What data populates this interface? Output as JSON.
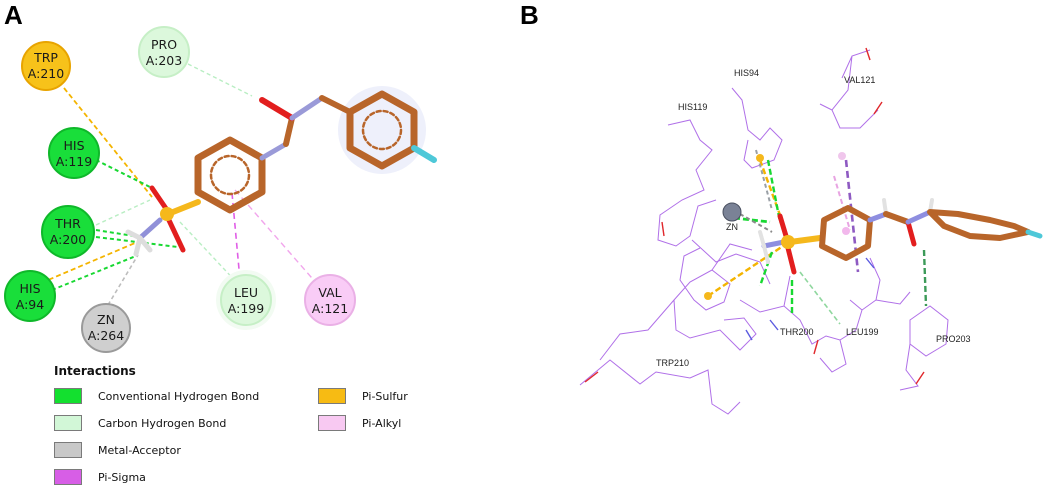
{
  "panels": {
    "a_label": "A",
    "b_label": "B"
  },
  "panel_a": {
    "residues": [
      {
        "name": "TRP",
        "id": "A:210",
        "color": "#f7c21a",
        "border": "#e8a400"
      },
      {
        "name": "PRO",
        "id": "A:203",
        "color": "#dcf8dc",
        "border": "#c6efc6"
      },
      {
        "name": "HIS",
        "id": "A:119",
        "color": "#19de3a",
        "border": "#0fb82a"
      },
      {
        "name": "THR",
        "id": "A:200",
        "color": "#19de3a",
        "border": "#0fb82a"
      },
      {
        "name": "HIS",
        "id": "A:94",
        "color": "#19de3a",
        "border": "#0fb82a"
      },
      {
        "name": "ZN",
        "id": "A:264",
        "color": "#cfcfcf",
        "border": "#9a9a9a"
      },
      {
        "name": "LEU",
        "id": "A:199",
        "color": "#dcf8dc",
        "border": "#c6efc6"
      },
      {
        "name": "VAL",
        "id": "A:121",
        "color": "#f9ccf6",
        "border": "#eab0e6"
      }
    ]
  },
  "legend": {
    "title": "Interactions",
    "items": [
      {
        "label": "Conventional Hydrogen Bond",
        "color": "#13e02f"
      },
      {
        "label": "Carbon Hydrogen Bond",
        "color": "#d2f7d7"
      },
      {
        "label": "Metal-Acceptor",
        "color": "#c8c8c8"
      },
      {
        "label": "Pi-Sigma",
        "color": "#d75ee6"
      },
      {
        "label": "Pi-Sulfur",
        "color": "#f7bb13"
      },
      {
        "label": "Pi-Alkyl",
        "color": "#f8c9f2"
      }
    ]
  },
  "panel_b": {
    "labels": {
      "his94": "HIS94",
      "his119": "HIS119",
      "val121": "VAL121",
      "zn": "ZN",
      "thr200": "THR200",
      "leu199": "LEU199",
      "pro203": "PRO203",
      "trp210": "TRP210"
    }
  }
}
